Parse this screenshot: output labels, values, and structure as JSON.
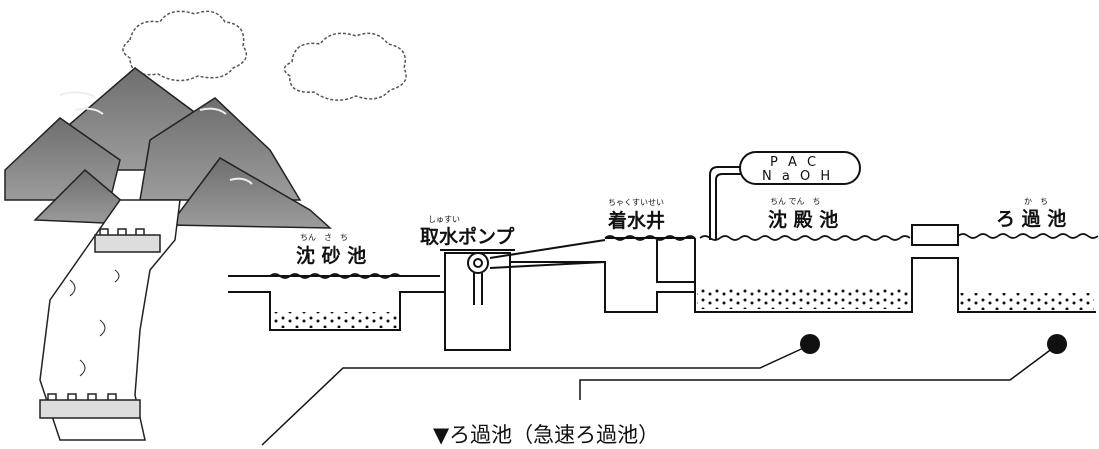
{
  "labels": {
    "sand_basin": {
      "text": "沈 砂 池",
      "ruby": "ちん　さ　ち"
    },
    "intake_pump": {
      "text": "取水ポンプ",
      "ruby": "しゅすい"
    },
    "receiving_well": {
      "text": "着水井",
      "ruby": "ちゃくすいせい"
    },
    "settling_basin": {
      "text": "沈 殿 池",
      "ruby": "ちん でん　ち"
    },
    "filter_basin": {
      "text": "ろ 過 池",
      "ruby": "か　ち"
    }
  },
  "chemical_tank": {
    "line1": "P A C",
    "line2": "N a O H"
  },
  "caption": "▼ろ過池（急速ろ過池）",
  "colors": {
    "ink": "#111111",
    "mountain": "#7d7d7d",
    "paper": "#ffffff"
  }
}
